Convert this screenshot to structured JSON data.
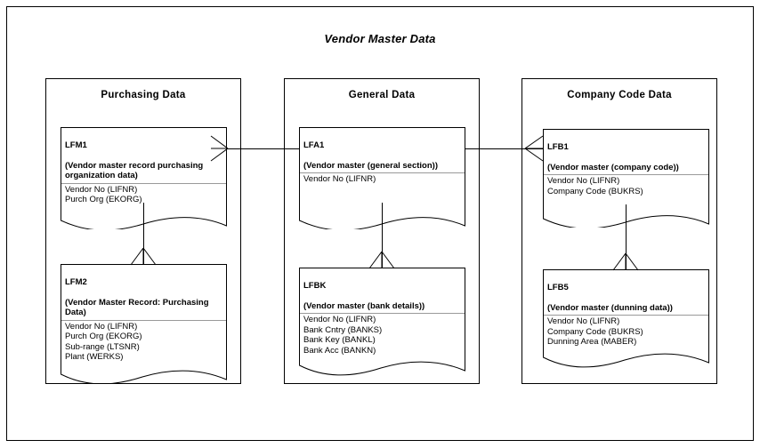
{
  "diagram": {
    "title": "Vendor Master Data",
    "columns": [
      {
        "id": "purchasing",
        "title": "Purchasing Data",
        "entities": [
          {
            "id": "lfm1",
            "code": "LFM1",
            "description": "(Vendor master record purchasing organization data)",
            "fields": [
              "Vendor No (LIFNR)",
              "Purch Org (EKORG)"
            ]
          },
          {
            "id": "lfm2",
            "code": "LFM2",
            "description": "(Vendor Master Record: Purchasing Data)",
            "fields": [
              "Vendor No (LIFNR)",
              "Purch Org (EKORG)",
              "Sub-range (LTSNR)",
              "Plant (WERKS)"
            ]
          }
        ]
      },
      {
        "id": "general",
        "title": "General Data",
        "entities": [
          {
            "id": "lfa1",
            "code": "LFA1",
            "description": "(Vendor master (general section))",
            "fields": [
              "Vendor No (LIFNR)"
            ]
          },
          {
            "id": "lfbk",
            "code": "LFBK",
            "description": "(Vendor master (bank details))",
            "fields": [
              "Vendor No (LIFNR)",
              "Bank Cntry (BANKS)",
              "Bank Key (BANKL)",
              "Bank Acc (BANKN)"
            ]
          }
        ]
      },
      {
        "id": "company-code",
        "title": "Company Code Data",
        "entities": [
          {
            "id": "lfb1",
            "code": "LFB1",
            "description": "(Vendor master (company code))",
            "fields": [
              "Vendor No (LIFNR)",
              "Company Code (BUKRS)"
            ]
          },
          {
            "id": "lfb5",
            "code": "LFB5",
            "description": "(Vendor master (dunning data))",
            "fields": [
              "Vendor No (LIFNR)",
              "Company Code (BUKRS)",
              "Dunning Area (MABER)"
            ]
          }
        ]
      }
    ],
    "relationships": [
      {
        "id": "lfm1-lfa1",
        "from": "lfa1",
        "to": "lfm1",
        "notation": "crows-foot"
      },
      {
        "id": "lfa1-lfb1",
        "from": "lfa1",
        "to": "lfb1",
        "notation": "crows-foot"
      },
      {
        "id": "lfm1-lfm2",
        "from": "lfm1",
        "to": "lfm2",
        "notation": "crows-foot"
      },
      {
        "id": "lfa1-lfbk",
        "from": "lfa1",
        "to": "lfbk",
        "notation": "crows-foot"
      },
      {
        "id": "lfb1-lfb5",
        "from": "lfb1",
        "to": "lfb5",
        "notation": "crows-foot"
      }
    ],
    "colors": {
      "line": "#000000",
      "rule": "#9a9a9a",
      "background": "#ffffff"
    }
  }
}
